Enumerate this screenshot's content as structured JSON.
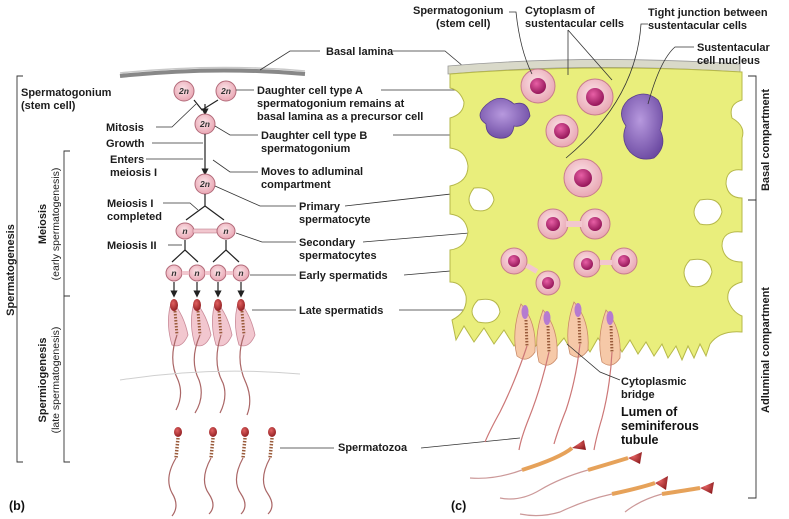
{
  "panel_b": {
    "panel_letter": "(b)",
    "labels": {
      "spermatogonium_stem": [
        "Spermatogonium",
        "(stem cell)"
      ],
      "mitosis": "Mitosis",
      "growth": "Growth",
      "enters_meiosis": [
        "Enters",
        "meiosis I"
      ],
      "meiosis1_completed": [
        "Meiosis I",
        "completed"
      ],
      "meiosis2": "Meiosis II",
      "basal_lamina": "Basal lamina",
      "daughter_a": [
        "Daughter cell type A",
        "spermatogonium  remains at",
        "basal lamina as a precursor cell"
      ],
      "daughter_b": [
        "Daughter cell type B",
        "spermatogonium"
      ],
      "moves": [
        "Moves to adluminal",
        "compartment"
      ],
      "primary": [
        "Primary",
        "spermatocyte"
      ],
      "secondary": [
        "Secondary",
        "spermatocytes"
      ],
      "early_spermatids": "Early  spermatids",
      "late_spermatids": "Late spermatids",
      "spermatozoa": "Spermatozoa"
    },
    "ploidy": {
      "diploid": "2n",
      "haploid": "n"
    },
    "brackets": {
      "spermatogenesis": "Spermatogenesis",
      "meiosis": "Meiosis",
      "meiosis_sub": "(early spermatogenesis)",
      "spermiogenesis": "Spermiogenesis",
      "spermiogenesis_sub": "(late spermatogenesis)"
    }
  },
  "panel_c": {
    "panel_letter": "(c)",
    "labels": {
      "spermatogonium_stem": [
        "Spermatogonium",
        "(stem cell)"
      ],
      "cytoplasm": [
        "Cytoplasm of",
        "sustentacular cells"
      ],
      "tight_junction": [
        "Tight junction between",
        "sustentacular cells"
      ],
      "nucleus": [
        "Sustentacular",
        "cell nucleus"
      ],
      "cytoplasmic_bridge": [
        "Cytoplasmic",
        "bridge"
      ],
      "lumen": [
        "Lumen of",
        "seminiferous",
        "tubule"
      ]
    },
    "compartments": {
      "basal": "Basal compartment",
      "adluminal": "Adluminal compartment"
    }
  },
  "colors": {
    "cytoplasm_yellow": "#e9ee7c",
    "cell_pink": "#f2c7cf",
    "nucleus_magenta": "#b8246e",
    "sustentacular_nucleus": "#8a67b8",
    "sperm_head_red": "#b8242b"
  }
}
